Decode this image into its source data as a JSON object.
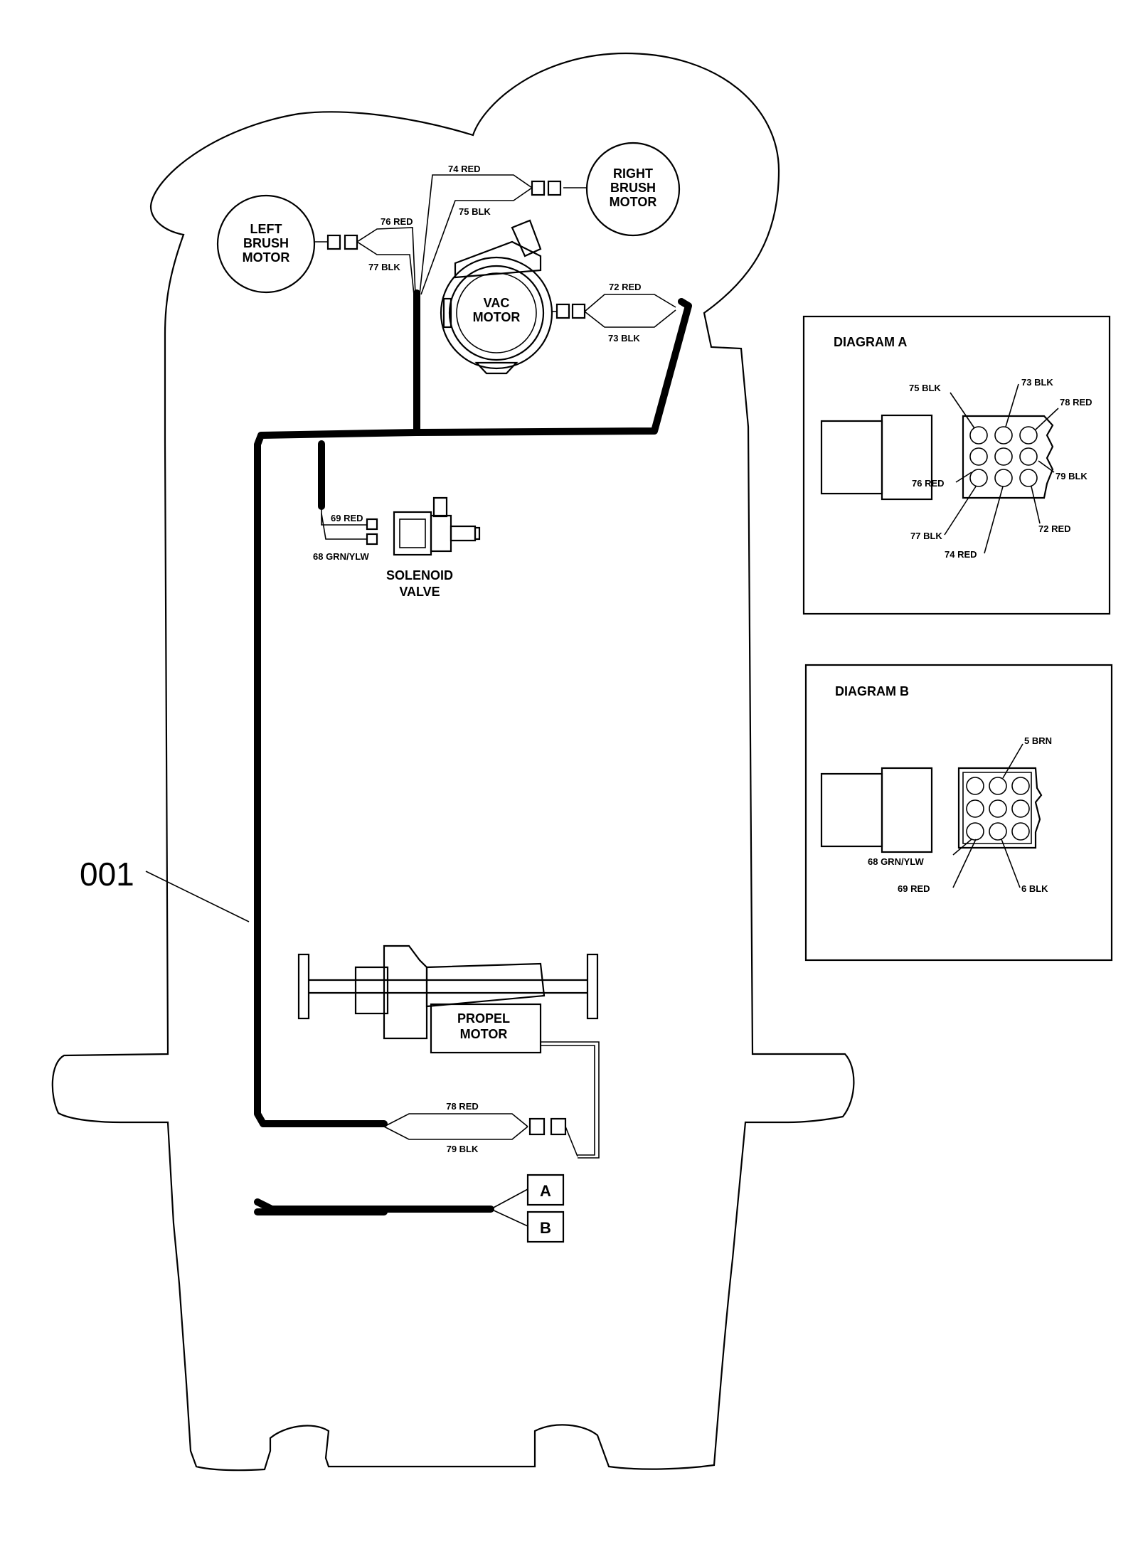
{
  "reference": {
    "label": "001"
  },
  "components": {
    "left_brush_motor": [
      "LEFT",
      "BRUSH",
      "MOTOR"
    ],
    "right_brush_motor": [
      "RIGHT",
      "BRUSH",
      "MOTOR"
    ],
    "vac_motor": [
      "VAC",
      "MOTOR"
    ],
    "solenoid_valve": [
      "SOLENOID",
      "VALVE"
    ],
    "propel_motor": [
      "PROPEL",
      "MOTOR"
    ]
  },
  "wires": {
    "w74": "74 RED",
    "w75": "75 BLK",
    "w76": "76 RED",
    "w77": "77 BLK",
    "w72": "72 RED",
    "w73": "73 BLK",
    "w69": "69 RED",
    "w68": "68 GRN/YLW",
    "w78": "78 RED",
    "w79": "79 BLK"
  },
  "connectors": {
    "a": "A",
    "b": "B"
  },
  "diagram_a": {
    "title": "DIAGRAM A",
    "pins": {
      "p75": "75 BLK",
      "p73": "73 BLK",
      "p78": "78 RED",
      "p79": "79 BLK",
      "p76": "76 RED",
      "p77": "77 BLK",
      "p74": "74 RED",
      "p72": "72 RED"
    }
  },
  "diagram_b": {
    "title": "DIAGRAM B",
    "pins": {
      "p5": "5 BRN",
      "p68": "68 GRN/YLW",
      "p69": "69 RED",
      "p6": "6 BLK"
    }
  },
  "colors": {
    "line": "#000000",
    "background": "#ffffff"
  }
}
